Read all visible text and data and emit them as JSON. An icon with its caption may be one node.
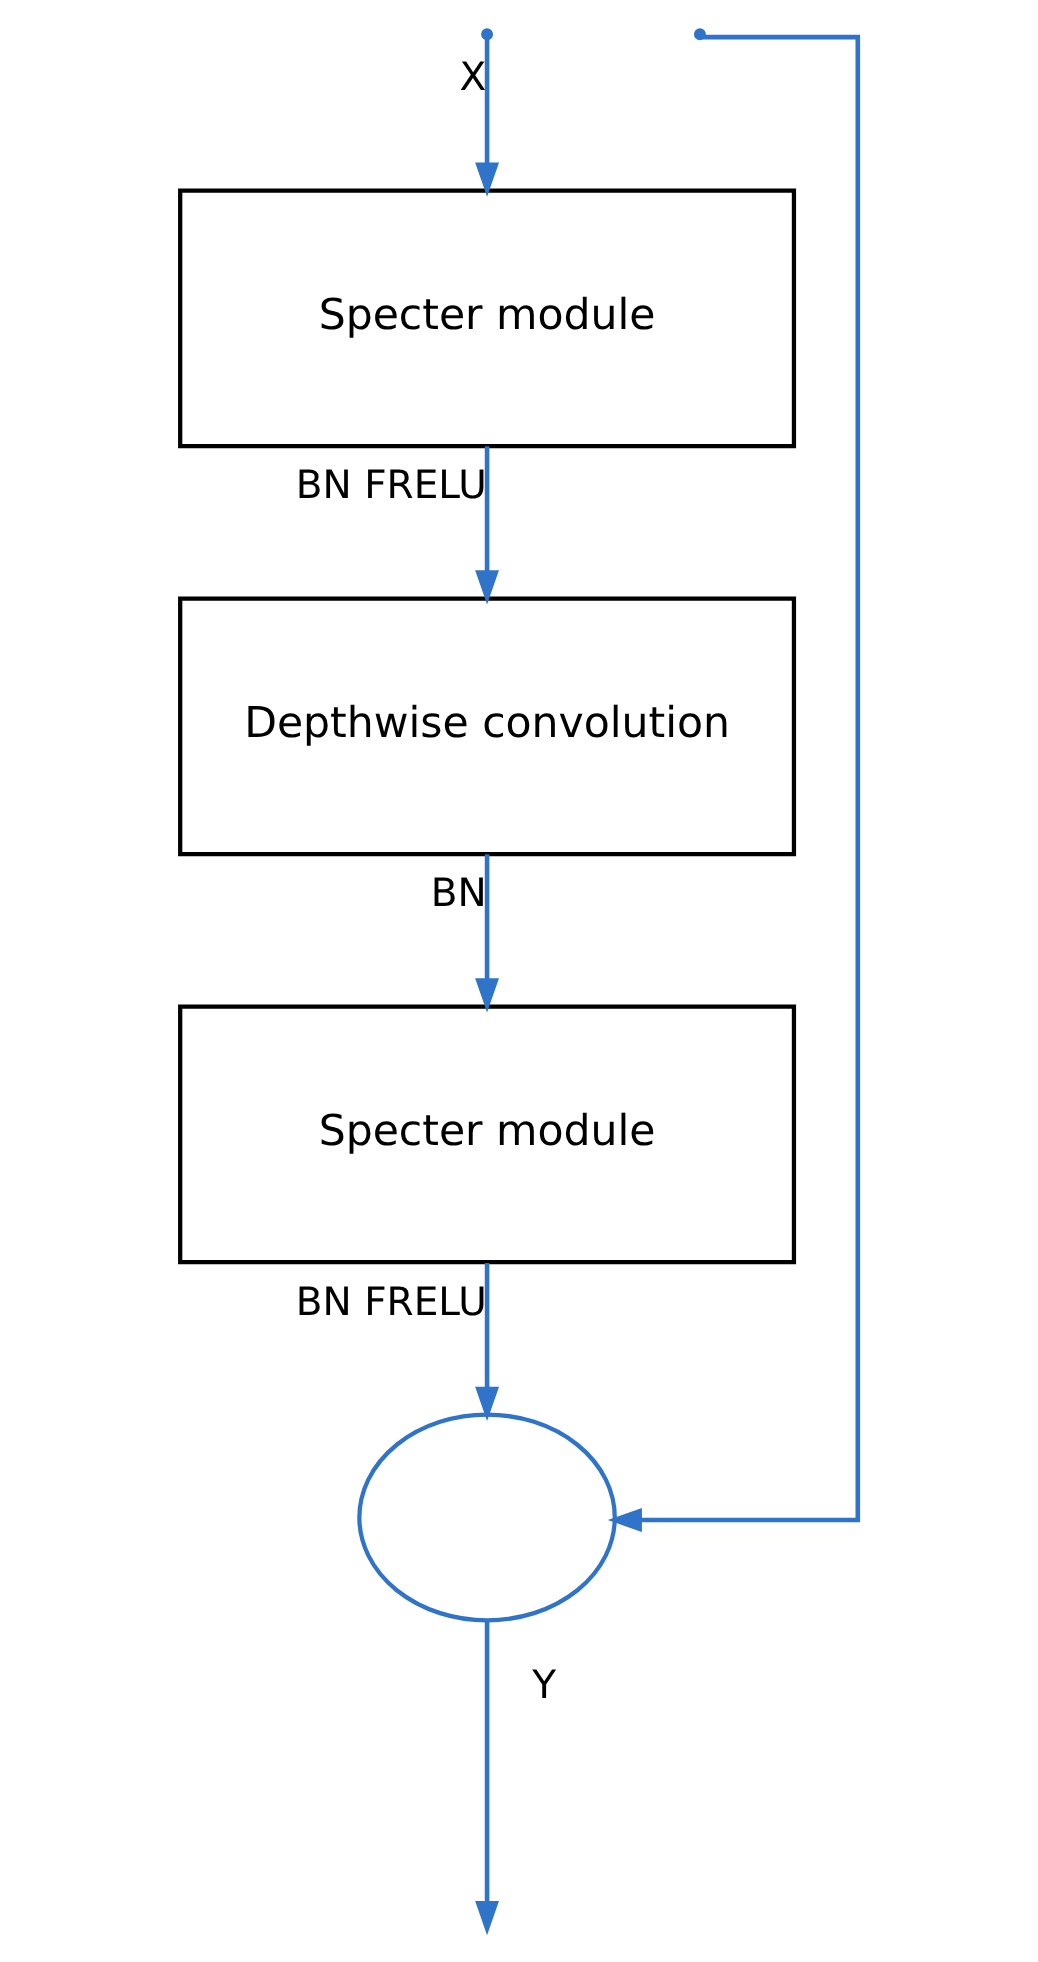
{
  "diagram": {
    "nodes": [
      {
        "text": [
          "Specter module"
        ]
      },
      {
        "text": [
          "Depthwise convolution"
        ]
      },
      {
        "text": [
          "Specter module"
        ]
      },
      {
        "text": [],
        "shape": "circle"
      }
    ],
    "edges": [
      {
        "from": null,
        "to": 0,
        "arrow": "to",
        "label": "X"
      },
      {
        "from": 0,
        "to": 1,
        "arrow": "to",
        "label": "BN FRELU"
      },
      {
        "from": 1,
        "to": 2,
        "arrow": "to",
        "label": "BN"
      },
      {
        "from": 2,
        "to": 3,
        "arrow": "to",
        "label": "BN FRELU"
      },
      {
        "from": null,
        "to": 3,
        "arrow": "to"
      },
      {
        "from": 3,
        "to": null,
        "arrow": "to",
        "label": "Y"
      }
    ]
  }
}
